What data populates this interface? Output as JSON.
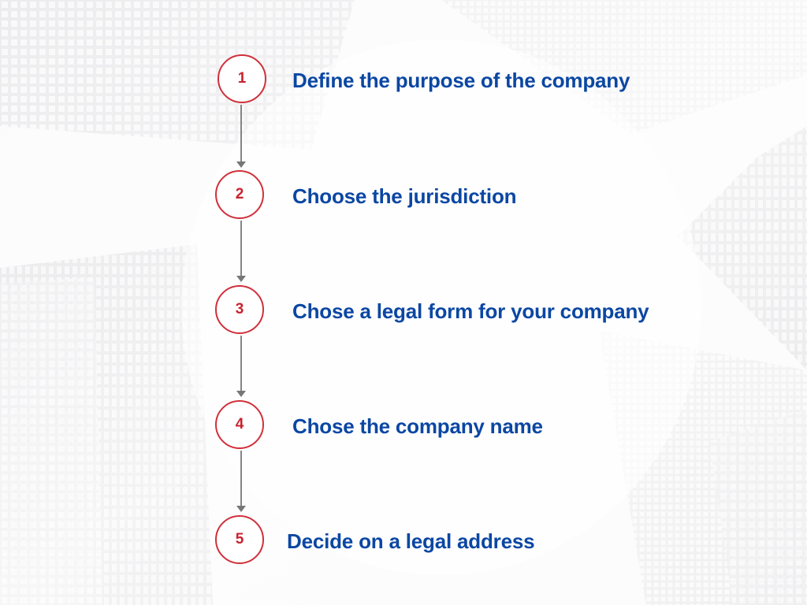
{
  "steps": [
    {
      "number": "1",
      "label": "Define the purpose of the company"
    },
    {
      "number": "2",
      "label": "Choose the jurisdiction"
    },
    {
      "number": "3",
      "label": "Chose a legal form for your company"
    },
    {
      "number": "4",
      "label": "Chose the company name"
    },
    {
      "number": "5",
      "label": "Decide on a legal address"
    }
  ],
  "colors": {
    "circle_border": "#d0303a",
    "number_text": "#c8232e",
    "label_text": "#0b47a3",
    "connector": "#858585"
  }
}
